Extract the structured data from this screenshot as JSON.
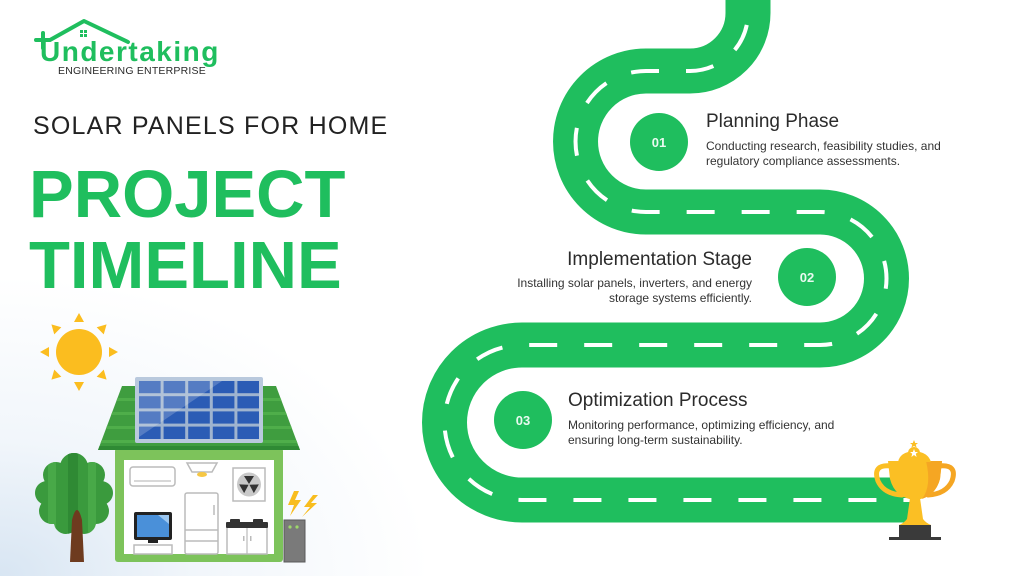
{
  "colors": {
    "accent": "#1fbe5e",
    "text_dark": "#222222",
    "text_body": "#333333",
    "road_dash": "#ffffff",
    "sun": "#fbbd1f",
    "trophy": "#fbbf24"
  },
  "logo": {
    "brand": "Undertaking",
    "tagline": "ENGINEERING ENTERPRISE",
    "icon": "house-roof-icon"
  },
  "heading": {
    "subtitle": "SOLAR PANELS FOR HOME",
    "title_line1": "PROJECT",
    "title_line2": "TIMELINE"
  },
  "timeline": {
    "path": "winding-road",
    "end_marker": "trophy-icon",
    "steps": [
      {
        "number": "01",
        "title": "Planning Phase",
        "description": [
          "Conducting research, feasibility studies, and",
          "regulatory compliance assessments."
        ]
      },
      {
        "number": "02",
        "title": "Implementation Stage",
        "description": [
          "Installing solar panels, inverters, and energy",
          "storage systems efficiently."
        ]
      },
      {
        "number": "03",
        "title": "Optimization Process",
        "description": [
          "Monitoring performance, optimizing efficiency, and",
          "ensuring long-term sustainability."
        ]
      }
    ]
  },
  "illustrations": {
    "items": [
      "sun-icon",
      "house-with-solar-panels",
      "tree-icon",
      "home-battery-icon",
      "lightning-icon",
      "trophy-icon"
    ]
  }
}
